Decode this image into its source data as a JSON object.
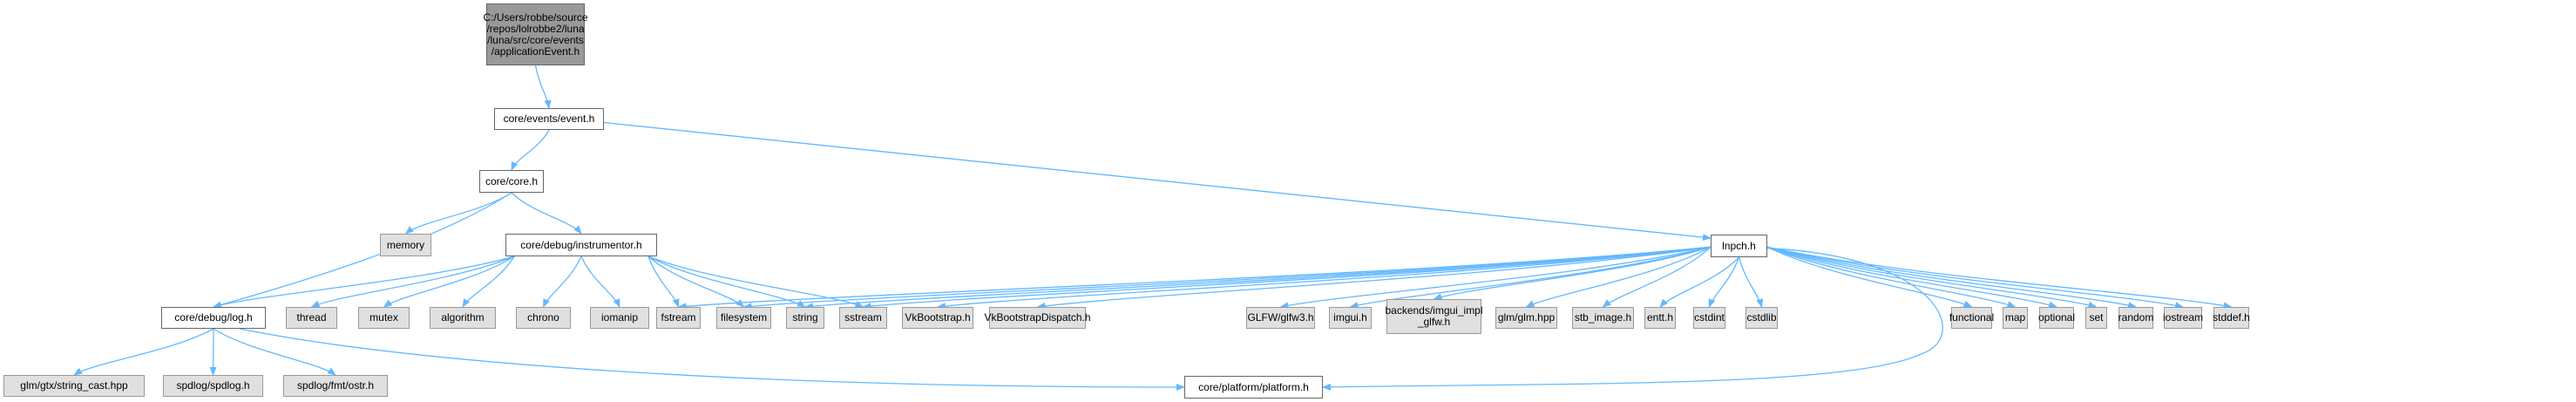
{
  "title": "Include dependency graph for applicationEvent.h",
  "colors": {
    "edge": "#63b8ff",
    "root_fill": "#999999",
    "local_fill": "#ffffff",
    "system_fill": "#e0e0e0",
    "border": "#666666"
  },
  "nodes": [
    {
      "id": "root",
      "kind": "root",
      "label": "C:/Users/robbe/source\n/repos/lolrobbe2/luna\n/luna/src/core/events\n/applicationEvent.h"
    },
    {
      "id": "event",
      "kind": "local",
      "label": "core/events/event.h"
    },
    {
      "id": "core",
      "kind": "local",
      "label": "core/core.h"
    },
    {
      "id": "memory",
      "kind": "system",
      "label": "memory"
    },
    {
      "id": "instrumentor",
      "kind": "local",
      "label": "core/debug/instrumentor.h"
    },
    {
      "id": "lnpch",
      "kind": "local",
      "label": "lnpch.h"
    },
    {
      "id": "log",
      "kind": "local",
      "label": "core/debug/log.h"
    },
    {
      "id": "thread",
      "kind": "system",
      "label": "thread"
    },
    {
      "id": "mutex",
      "kind": "system",
      "label": "mutex"
    },
    {
      "id": "algorithm",
      "kind": "system",
      "label": "algorithm"
    },
    {
      "id": "chrono",
      "kind": "system",
      "label": "chrono"
    },
    {
      "id": "iomanip",
      "kind": "system",
      "label": "iomanip"
    },
    {
      "id": "fstream",
      "kind": "system",
      "label": "fstream"
    },
    {
      "id": "filesystem",
      "kind": "system",
      "label": "filesystem"
    },
    {
      "id": "string",
      "kind": "system",
      "label": "string"
    },
    {
      "id": "sstream",
      "kind": "system",
      "label": "sstream"
    },
    {
      "id": "vkbootstrap",
      "kind": "system",
      "label": "VkBootstrap.h"
    },
    {
      "id": "vkbootstrapdispatch",
      "kind": "system",
      "label": "VkBootstrapDispatch.h"
    },
    {
      "id": "glfw",
      "kind": "system",
      "label": "GLFW/glfw3.h"
    },
    {
      "id": "imgui",
      "kind": "system",
      "label": "imgui.h"
    },
    {
      "id": "imgui_impl_glfw",
      "kind": "system",
      "label": "backends/imgui_impl\n_glfw.h"
    },
    {
      "id": "glm",
      "kind": "system",
      "label": "glm/glm.hpp"
    },
    {
      "id": "stb_image",
      "kind": "system",
      "label": "stb_image.h"
    },
    {
      "id": "entt",
      "kind": "system",
      "label": "entt.h"
    },
    {
      "id": "cstdint",
      "kind": "system",
      "label": "cstdint"
    },
    {
      "id": "cstdlib",
      "kind": "system",
      "label": "cstdlib"
    },
    {
      "id": "functional",
      "kind": "system",
      "label": "functional"
    },
    {
      "id": "map",
      "kind": "system",
      "label": "map"
    },
    {
      "id": "optional",
      "kind": "system",
      "label": "optional"
    },
    {
      "id": "set",
      "kind": "system",
      "label": "set"
    },
    {
      "id": "random",
      "kind": "system",
      "label": "random"
    },
    {
      "id": "iostream",
      "kind": "system",
      "label": "iostream"
    },
    {
      "id": "stddef",
      "kind": "system",
      "label": "stddef.h"
    },
    {
      "id": "string_cast",
      "kind": "system",
      "label": "glm/gtx/string_cast.hpp"
    },
    {
      "id": "spdlog",
      "kind": "system",
      "label": "spdlog/spdlog.h"
    },
    {
      "id": "ostr",
      "kind": "system",
      "label": "spdlog/fmt/ostr.h"
    },
    {
      "id": "platform",
      "kind": "local",
      "label": "core/platform/platform.h"
    }
  ],
  "edges": [
    [
      "root",
      "event"
    ],
    [
      "event",
      "core"
    ],
    [
      "event",
      "lnpch"
    ],
    [
      "core",
      "log"
    ],
    [
      "core",
      "memory"
    ],
    [
      "core",
      "instrumentor"
    ],
    [
      "instrumentor",
      "log"
    ],
    [
      "instrumentor",
      "thread"
    ],
    [
      "instrumentor",
      "mutex"
    ],
    [
      "instrumentor",
      "algorithm"
    ],
    [
      "instrumentor",
      "chrono"
    ],
    [
      "instrumentor",
      "iomanip"
    ],
    [
      "instrumentor",
      "fstream"
    ],
    [
      "instrumentor",
      "filesystem"
    ],
    [
      "instrumentor",
      "string"
    ],
    [
      "instrumentor",
      "sstream"
    ],
    [
      "log",
      "string_cast"
    ],
    [
      "log",
      "spdlog"
    ],
    [
      "log",
      "ostr"
    ],
    [
      "log",
      "platform"
    ],
    [
      "lnpch",
      "fstream"
    ],
    [
      "lnpch",
      "filesystem"
    ],
    [
      "lnpch",
      "string"
    ],
    [
      "lnpch",
      "sstream"
    ],
    [
      "lnpch",
      "vkbootstrap"
    ],
    [
      "lnpch",
      "vkbootstrapdispatch"
    ],
    [
      "lnpch",
      "glfw"
    ],
    [
      "lnpch",
      "imgui"
    ],
    [
      "lnpch",
      "imgui_impl_glfw"
    ],
    [
      "lnpch",
      "glm"
    ],
    [
      "lnpch",
      "stb_image"
    ],
    [
      "lnpch",
      "entt"
    ],
    [
      "lnpch",
      "cstdint"
    ],
    [
      "lnpch",
      "cstdlib"
    ],
    [
      "lnpch",
      "functional"
    ],
    [
      "lnpch",
      "map"
    ],
    [
      "lnpch",
      "optional"
    ],
    [
      "lnpch",
      "set"
    ],
    [
      "lnpch",
      "random"
    ],
    [
      "lnpch",
      "iostream"
    ],
    [
      "lnpch",
      "stddef"
    ],
    [
      "lnpch",
      "platform"
    ]
  ]
}
